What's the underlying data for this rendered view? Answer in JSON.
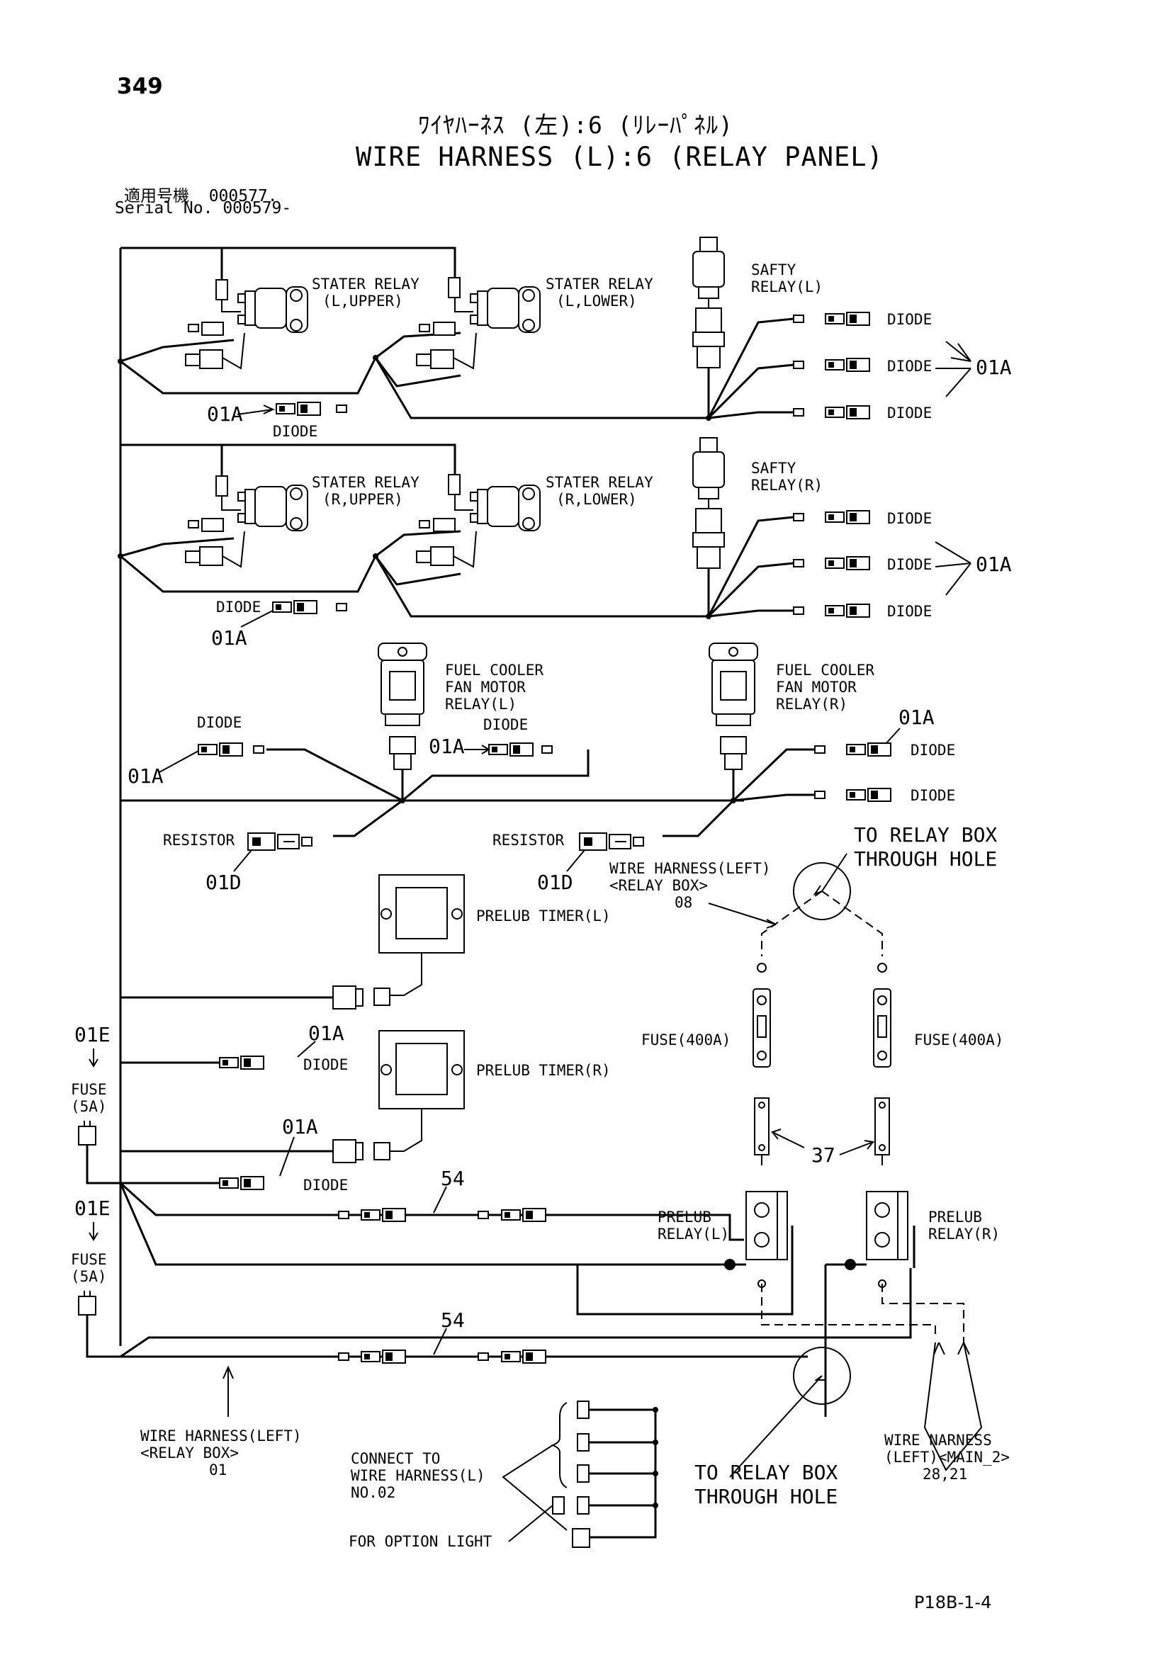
{
  "header": {
    "page_number": "349",
    "title_jp": "ﾜｲﾔﾊｰﾈｽ (左):6 (ﾘﾚｰﾊﾟﾈﾙ)",
    "title_en": "WIRE HARNESS (L):6 (RELAY PANEL)",
    "serial_jp": "適用号機  000577.",
    "serial_en": "Serial No. 000579-"
  },
  "labels": {
    "stater_relay": "STATER RELAY",
    "l_upper": "(L,UPPER)",
    "l_lower": "(L,LOWER)",
    "r_upper": "(R,UPPER)",
    "r_lower": "(R,LOWER)",
    "safty_relay": "SAFTY",
    "relay_l": "RELAY(L)",
    "relay_r": "RELAY(R)",
    "diode": "DIODE",
    "ref_01a": "01A",
    "ref_01d": "01D",
    "ref_01e": "01E",
    "ref_08": "08",
    "ref_37": "37",
    "ref_54": "54",
    "fuel_cooler": "FUEL COOLER",
    "fan_motor": "FAN MOTOR",
    "fc_relay_l": "RELAY(L)",
    "fc_relay_r": "RELAY(R)",
    "resistor": "RESISTOR",
    "to_relay_box": "TO RELAY BOX",
    "through_hole": "THROUGH HOLE",
    "wh_left": "WIRE HARNESS(LEFT)",
    "relay_box": "<RELAY BOX>",
    "prelub_timer_l": "PRELUB TIMER(L)",
    "prelub_timer_r": "PRELUB TIMER(R)",
    "fuse_400a": "FUSE(400A)",
    "fuse": "FUSE",
    "fuse_5a": "(5A)",
    "prelub": "PRELUB",
    "prelub_relay_l": "RELAY(L)",
    "prelub_relay_r": "RELAY(R)",
    "wire_harness_left_bottom": "WIRE HARNESS(LEFT)",
    "relay_box_bottom": "<RELAY BOX>",
    "ref_01": "01",
    "connect_to": "CONNECT TO",
    "wh_l": "WIRE HARNESS(L)",
    "no02": "NO.02",
    "for_option_light": "FOR OPTION LIGHT",
    "wire_narness": "WIRE NARNESS",
    "left_main2": "(LEFT)<MAIN_2>",
    "ref_28_21": "28,21"
  },
  "footer": {
    "page_code": "P18B-1-4"
  }
}
